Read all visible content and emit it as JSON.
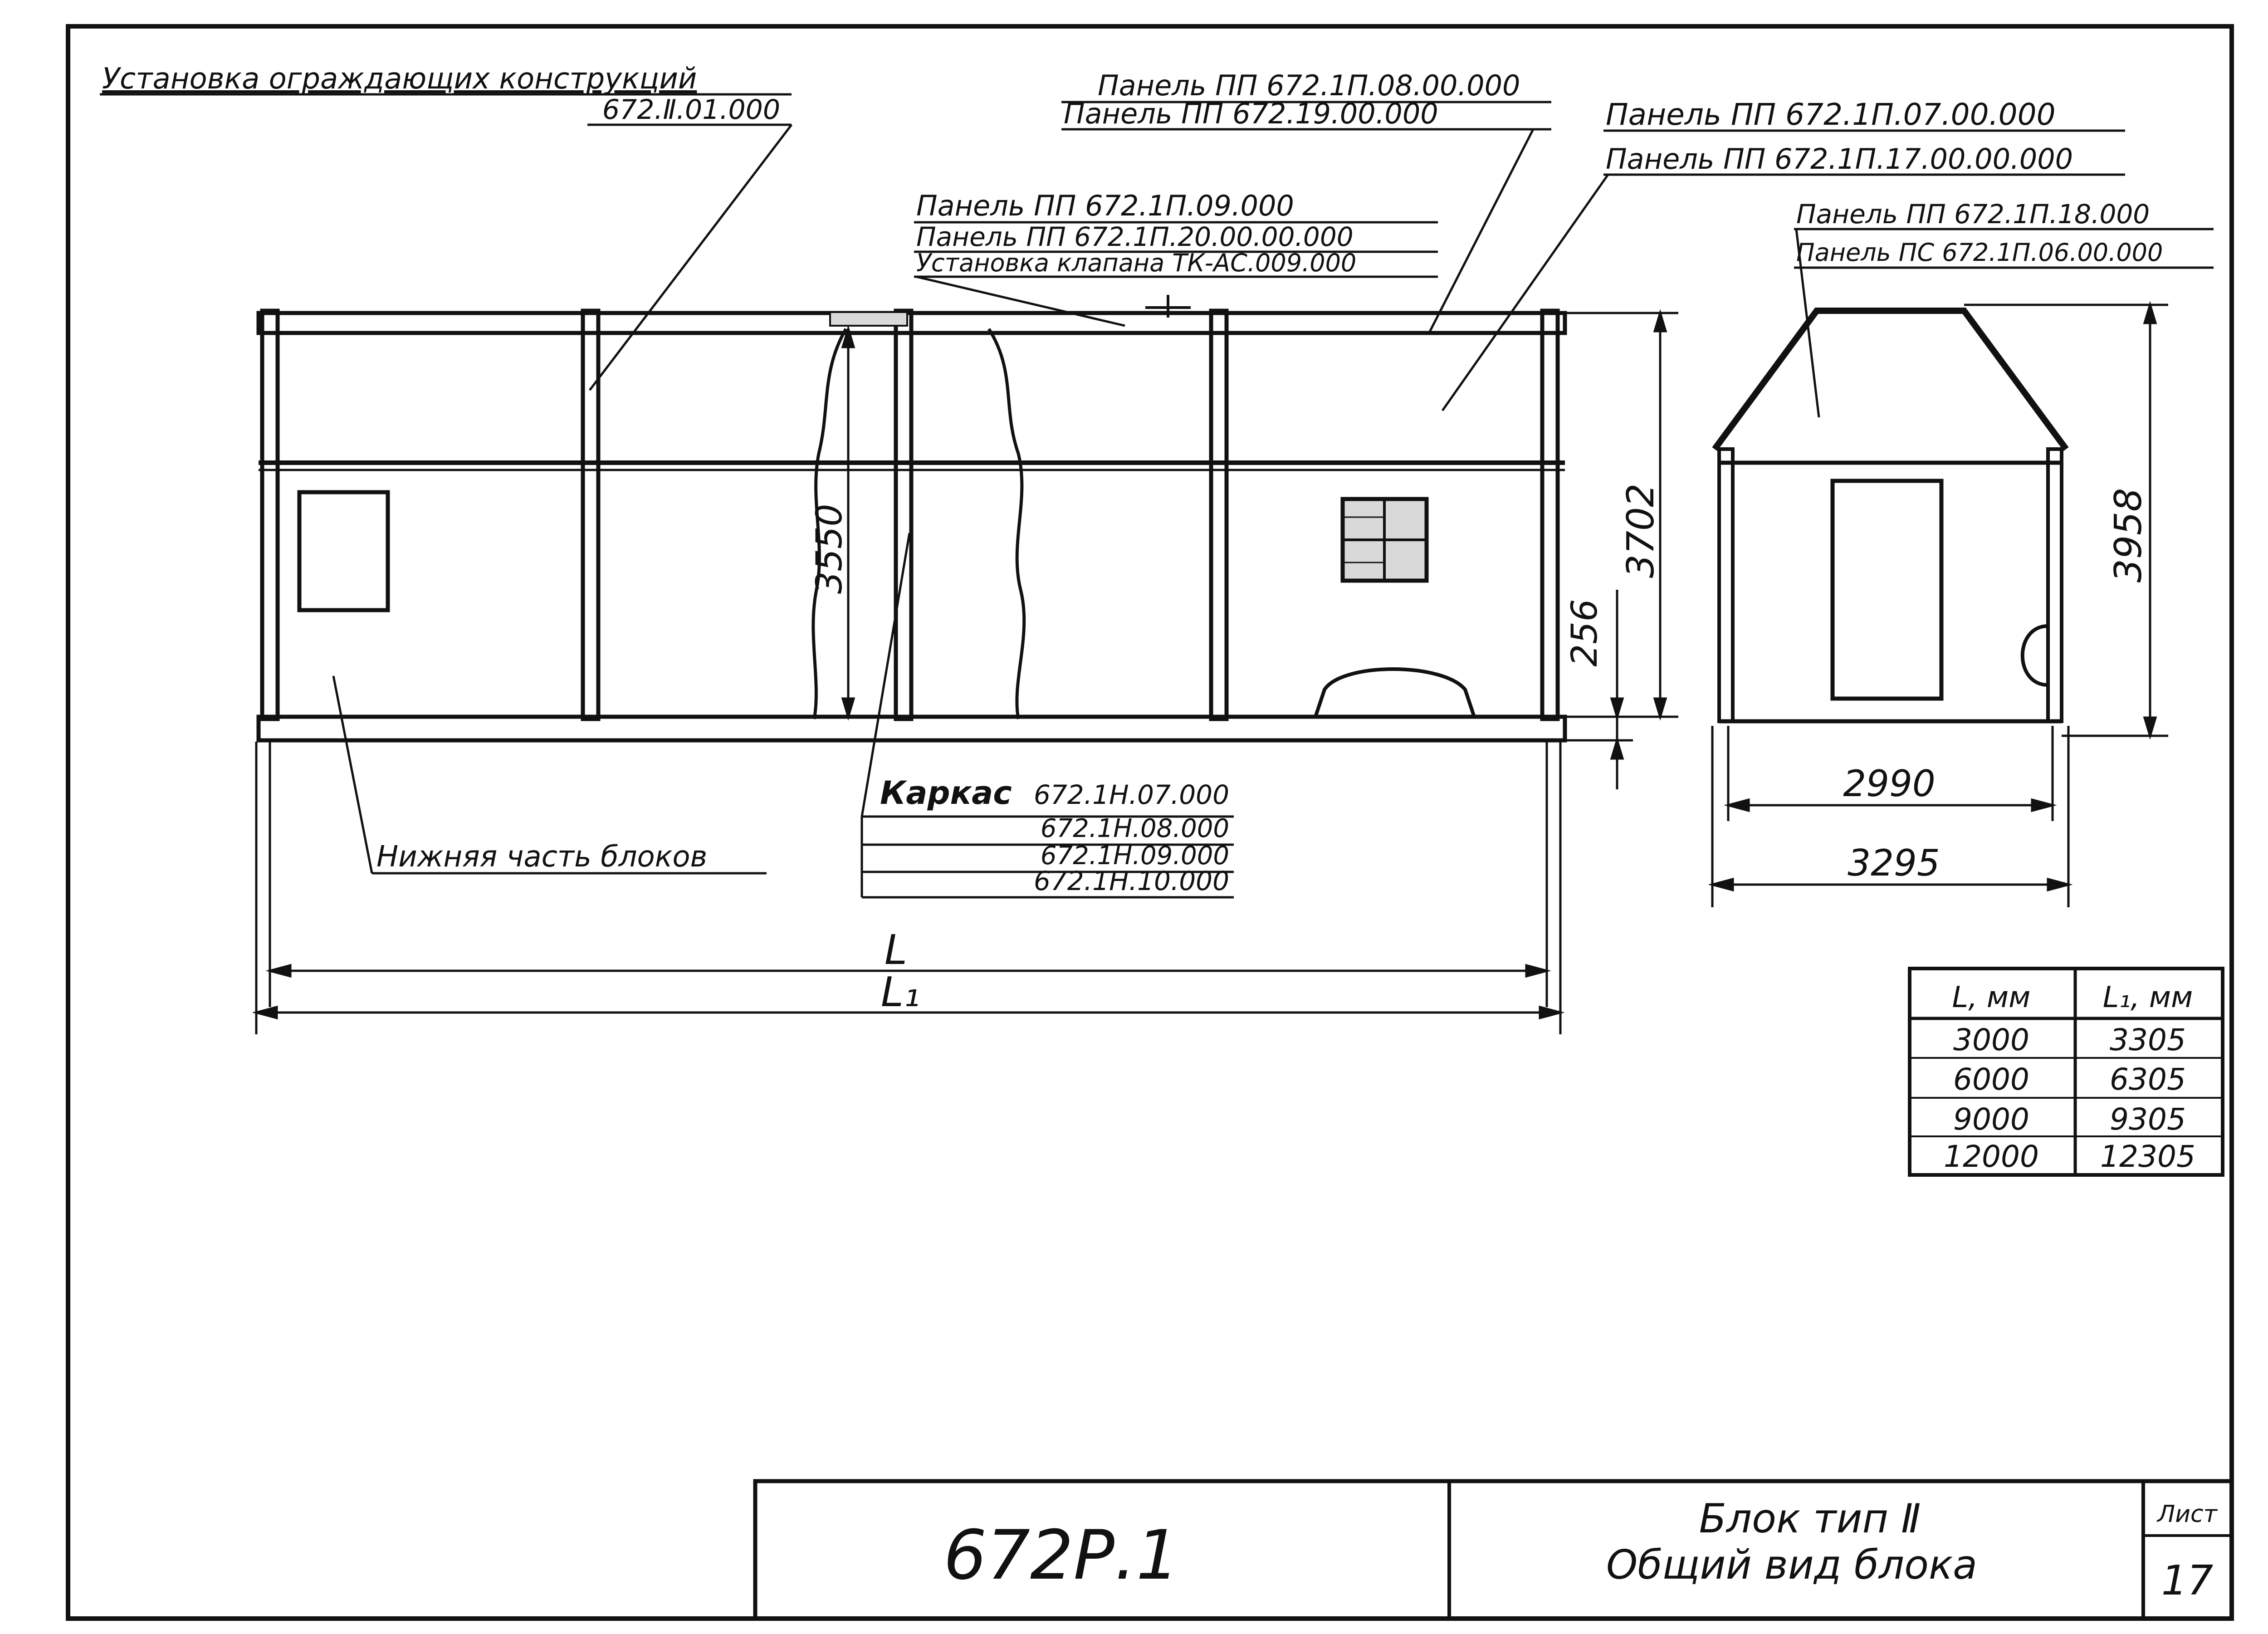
{
  "colors": {
    "ink": "#111111",
    "paper": "#ffffff",
    "shade": "#d9d9d9"
  },
  "callouts": {
    "installation": {
      "line1": "Установка ограждающих конструкций",
      "line2": "672.Ⅱ.01.000"
    },
    "panel_top_center": {
      "line1": "Панель ПП 672.1П.08.00.000",
      "line2": "Панель ПП 672.19.00.000"
    },
    "panel_top_right": {
      "line1": "Панель ПП 672.1П.07.00.000",
      "line2": "Панель ПП 672.1П.17.00.00.000"
    },
    "panel_mid": {
      "line1": "Панель ПП 672.1П.09.000",
      "line2": "Панель ПП 672.1П.20.00.00.000",
      "line3": "Установка клапана ТК-АС.009.000"
    },
    "panel_end": {
      "line1": "Панель ПП 672.1П.18.000",
      "line2": "Панель ПС 672.1П.06.00.000"
    },
    "frame": {
      "label": "Каркас",
      "codes": [
        "672.1Н.07.000",
        "672.1Н.08.000",
        "672.1Н.09.000",
        "672.1Н.10.000"
      ]
    },
    "lower_part": "Нижняя часть блоков"
  },
  "dimensions": {
    "height_inner": "3550",
    "height_total": "3702",
    "base_height": "256",
    "end_height": "3958",
    "end_width_inner": "2990",
    "end_width_outer": "3295",
    "length_L": "L",
    "length_L1": "L₁"
  },
  "table": {
    "headers": [
      "L, мм",
      "L₁, мм"
    ],
    "rows": [
      [
        "3000",
        "3305"
      ],
      [
        "6000",
        "6305"
      ],
      [
        "9000",
        "9305"
      ],
      [
        "12000",
        "12305"
      ]
    ]
  },
  "title_block": {
    "code": "672Р.1",
    "title_line1": "Блок тип Ⅱ",
    "title_line2": "Общий вид блока",
    "sheet_label": "Лист",
    "sheet_number": "17"
  }
}
